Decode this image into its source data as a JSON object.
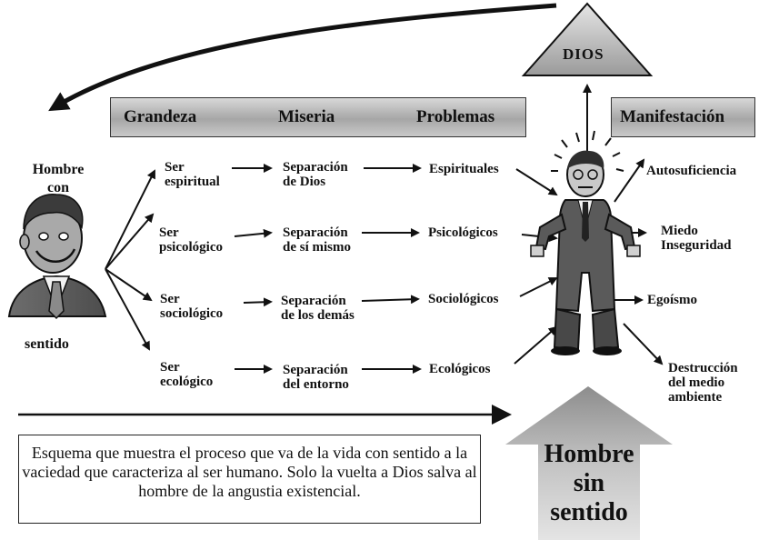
{
  "header": {
    "grandeza": "Grandeza",
    "miseria": "Miseria",
    "problemas": "Problemas",
    "manifestacion": "Manifestación"
  },
  "dios": "DIOS",
  "left": {
    "top": "Hombre\ncon",
    "bottom": "sentido"
  },
  "rows": [
    {
      "ser": "Ser\nespiritual",
      "sep": "Separación\nde Dios",
      "prob": "Espirituales"
    },
    {
      "ser": "Ser\npsicológico",
      "sep": "Separación\nde sí mismo",
      "prob": "Psicológicos"
    },
    {
      "ser": "Ser\nsociológico",
      "sep": "Separación\nde los demás",
      "prob": "Sociológicos"
    },
    {
      "ser": "Ser\necológico",
      "sep": "Separación\ndel entorno",
      "prob": "Ecológicos"
    }
  ],
  "manifestations": [
    "Autosuficiencia",
    "Miedo\nInseguridad",
    "Egoísmo",
    "Destrucción\ndel medio\nambiente"
  ],
  "big_arrow": {
    "line1": "Hombre",
    "line2": "sin",
    "line3": "sentido"
  },
  "caption": "Esquema que muestra el proceso que va de la vida con sentido a la vaciedad que caracteriza al ser humano. Solo la vuelta a Dios salva al hombre de la angustia existencial.",
  "icons": [
    "happy-man-icon",
    "stressed-man-icon"
  ]
}
